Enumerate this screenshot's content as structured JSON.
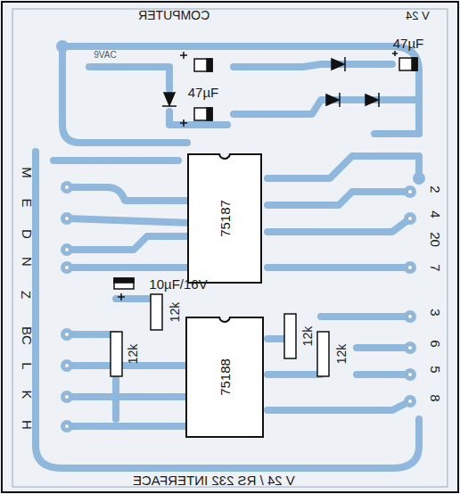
{
  "diagram": {
    "nodes": [
      {
        "text": [
          "75187"
        ]
      },
      {
        "text": [
          "75188"
        ]
      }
    ],
    "labels": [
      "COMPUTER",
      "9VAC",
      "V 24",
      "47µF",
      "47µF",
      "10µF/16V",
      "12k",
      "12k",
      "12k",
      "12k",
      "M",
      "E",
      "D",
      "N",
      "Z",
      "BC",
      "L",
      "K",
      "H",
      "2",
      "4",
      "20",
      "7",
      "3",
      "6",
      "5",
      "8",
      "V 24 / RS 232 INTERFACE"
    ]
  }
}
